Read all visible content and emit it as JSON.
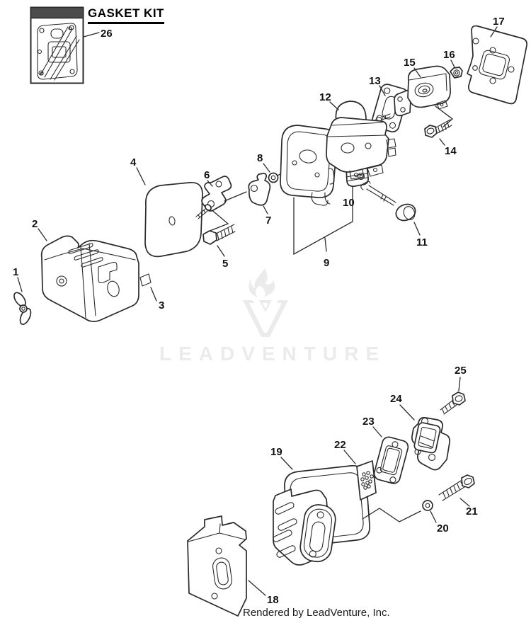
{
  "header": {
    "title": "GASKET KIT"
  },
  "watermark": {
    "text": "LEADVENTURE"
  },
  "footer": {
    "credit": "Rendered by LeadVenture, Inc."
  },
  "colors": {
    "line": "#2a2a2a",
    "label": "#111111",
    "watermark": "#ebebeb",
    "bar": "#4c4c4c"
  },
  "callouts": [
    "1",
    "2",
    "3",
    "4",
    "5",
    "6",
    "7",
    "8",
    "9",
    "10",
    "11",
    "12",
    "13",
    "14",
    "15",
    "16",
    "17",
    "18",
    "19",
    "20",
    "21",
    "22",
    "23",
    "24",
    "25",
    "26"
  ]
}
